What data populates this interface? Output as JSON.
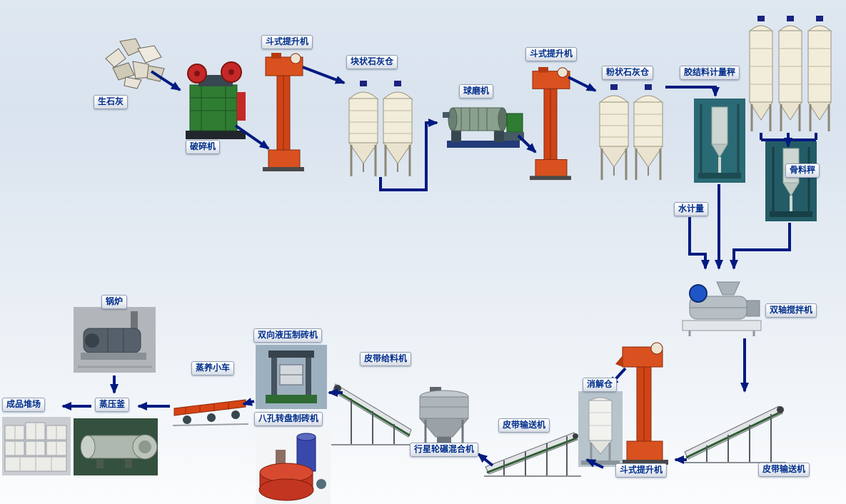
{
  "diagram": {
    "name": "brick-production-process-flow",
    "labels": {
      "quicklime": "生石灰",
      "crusher": "破碎机",
      "bucket_elevator_1": "斗式提升机",
      "lump_lime_silo": "块状石灰仓",
      "ball_mill": "球磨机",
      "bucket_elevator_2": "斗式提升机",
      "powder_lime_silo": "粉状石灰仓",
      "binder_metering_scale": "胶结料计量秤",
      "aggregate_scale": "骨料秤",
      "water_metering": "水计量",
      "twin_shaft_mixer": "双轴搅拌机",
      "belt_conveyor_right": "皮带输送机",
      "bucket_elevator_3": "斗式提升机",
      "slaking_silo": "消解仓",
      "belt_conveyor_mid": "皮带输送机",
      "planetary_mixer": "行星轮碾混合机",
      "belt_feeder": "皮带给料机",
      "hydraulic_brick_machine": "双向液压制砖机",
      "rotary_brick_machine": "八孔转盘制砖机",
      "curing_trolley": "蒸养小车",
      "autoclave": "蒸压釜",
      "boiler": "锅炉",
      "product_yard": "成品堆场"
    },
    "colors": {
      "arrow": "#001a80",
      "label_text": "#002e8c",
      "label_border": "#93a0b4",
      "equipment_red": "#cf4417",
      "silo_cream": "#f2edda",
      "background_top": "#dfe8f1",
      "background_bottom": "#fbfcfd"
    }
  }
}
